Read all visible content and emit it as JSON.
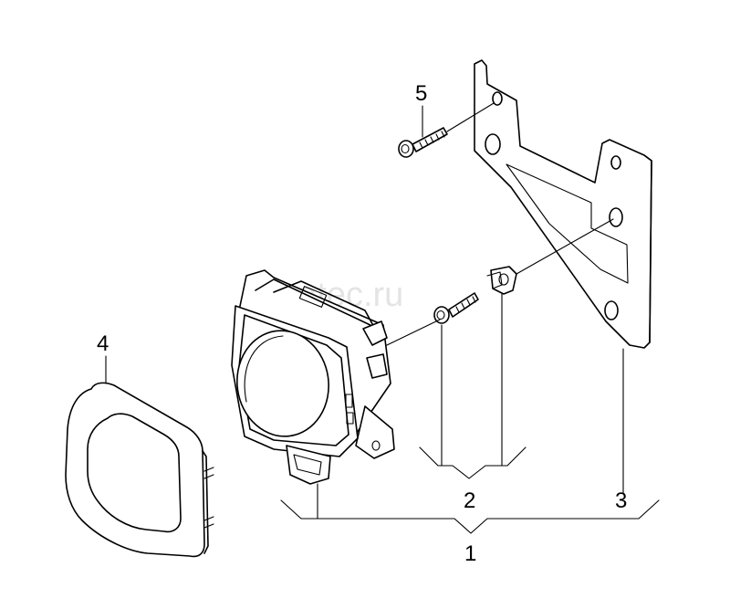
{
  "watermark": "eatec.ru",
  "callouts": {
    "c1": "1",
    "c2": "2",
    "c3": "3",
    "c4": "4",
    "c5": "5"
  }
}
